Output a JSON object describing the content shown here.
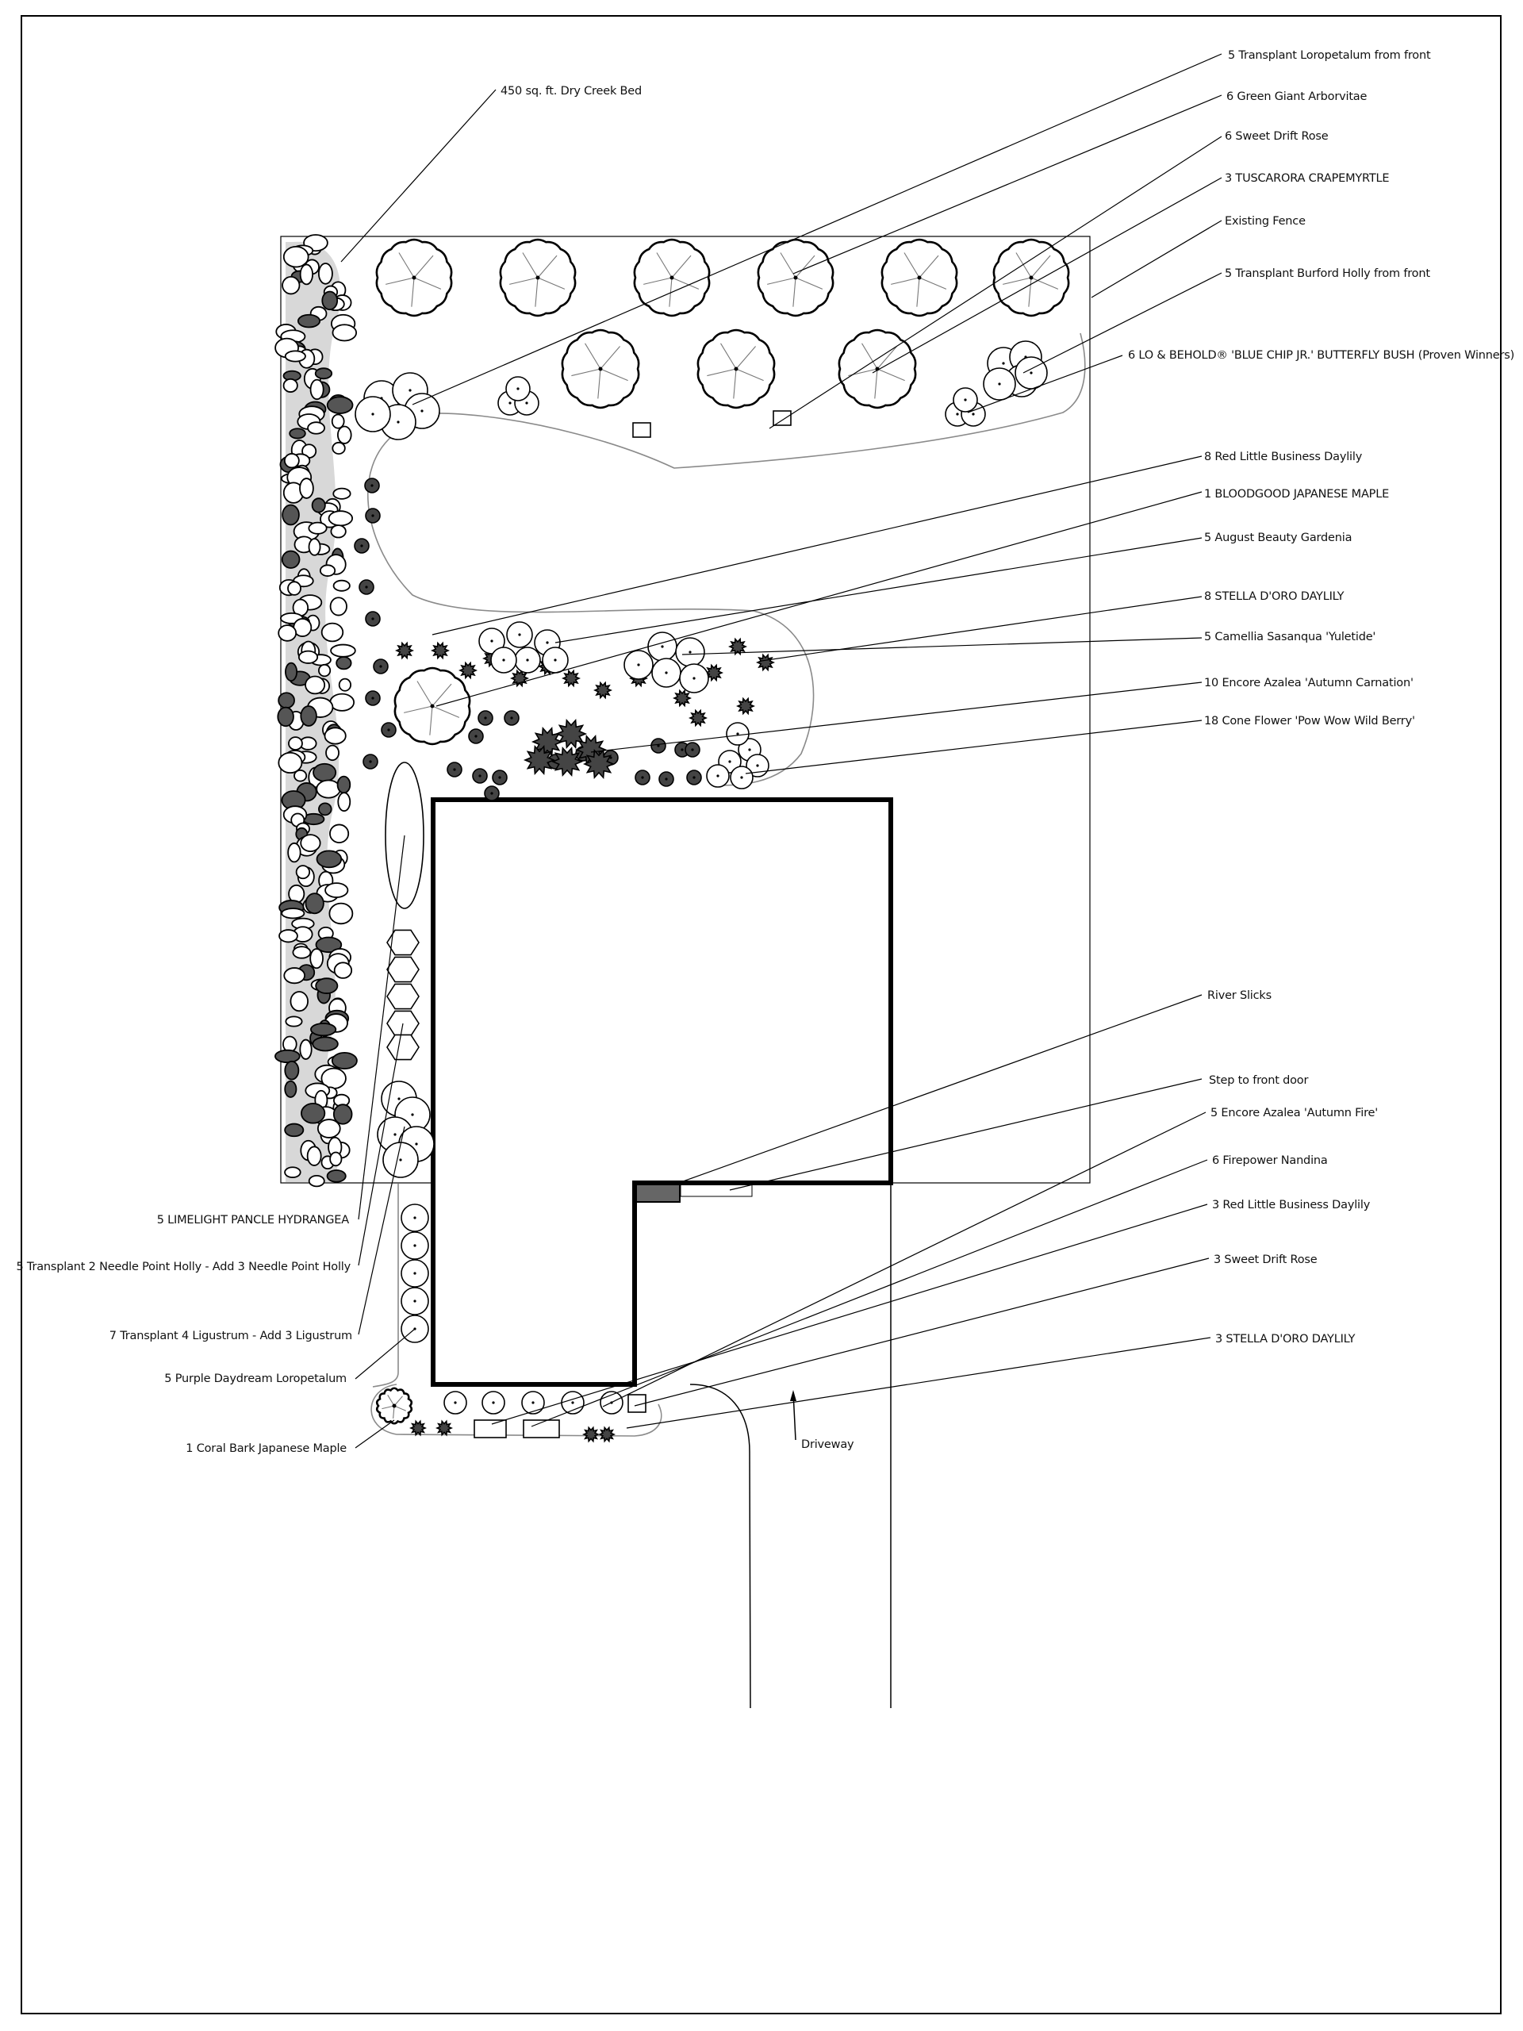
{
  "labels_right": [
    "5 Transplant Loropetalum from front",
    "6 Green Giant Arborvitae",
    "6 Sweet Drift Rose",
    "3 TUSCARORA CRAPEMYRTLE",
    "Existing Fence",
    "5 Transplant Burford Holly from front",
    "6 LO & BEHOLD® 'BLUE CHIP JR.' BUTTERFLY BUSH (Proven Winners)",
    "8 Red Little Business Daylily",
    "1 BLOODGOOD JAPANESE MAPLE",
    "5 August Beauty Gardenia",
    "8 STELLA D'ORO DAYLILY",
    "5 Camellia Sasanqua 'Yuletide'",
    "10 Encore Azalea 'Autumn Carnation'",
    "18 Cone Flower 'Pow Wow Wild Berry'",
    "River Slicks",
    "Step to front door",
    "5 Encore Azalea 'Autumn Fire'",
    "6 Firepower Nandina",
    "3 Red Little Business Daylily",
    "3 Sweet Drift Rose",
    "3 STELLA D'ORO DAYLILY"
  ],
  "labels_left": [
    "450 sq. ft. Dry Creek Bed",
    "5 LIMELIGHT PANCLE HYDRANGEA",
    "5 Transplant 2 Needle Point Holly - Add 3 Needle Point Holly",
    "7 Transplant 4 Ligustrum - Add 3 Ligustrum",
    "5 Purple Daydream Loropetalum",
    "1 Coral Bark Japanese Maple"
  ],
  "driveway_label": "Driveway",
  "icons": {
    "tree": "tree-canopy-icon",
    "shrub": "shrub-icon",
    "rock": "boulder-icon"
  }
}
